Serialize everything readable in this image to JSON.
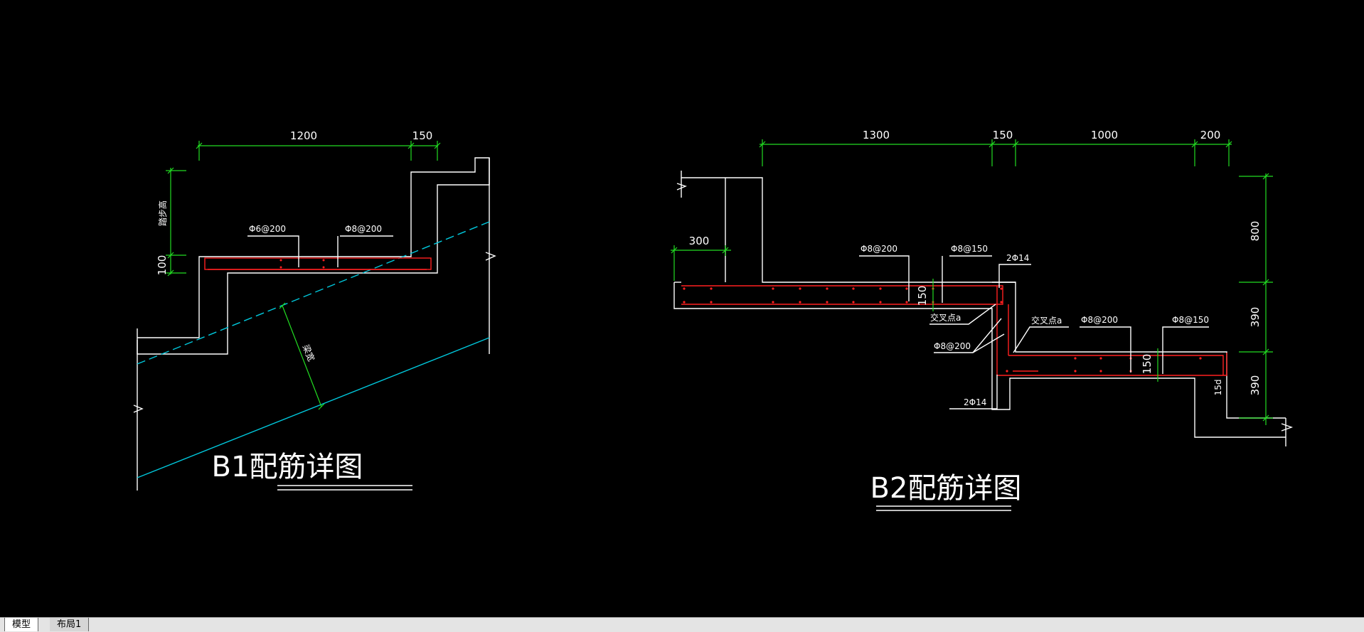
{
  "drawing": {
    "b1": {
      "title": "B1配筋详图",
      "dim_1200": "1200",
      "dim_150": "150",
      "dim_100": "100",
      "dim_step": "踏步高",
      "rebar_a": "Φ6@200",
      "rebar_b": "Φ8@200",
      "slab": "梁宽"
    },
    "b2": {
      "title": "B2配筋详图",
      "dim_1300": "1300",
      "dim_150": "150",
      "dim_1000": "1000",
      "dim_200": "200",
      "dim_300": "300",
      "dim_800": "800",
      "dim_390a": "390",
      "dim_390b": "390",
      "dim_150a": "150",
      "dim_150b": "150",
      "dim_15d": "15d",
      "rebar_a": "Φ8@200",
      "rebar_b": "Φ8@150",
      "rebar_c": "2Φ14",
      "rebar_d": "交叉点a",
      "rebar_e": "Φ8@200",
      "rebar_f": "交叉点a",
      "rebar_g": "Φ8@200",
      "rebar_h": "Φ8@150",
      "rebar_i": "2Φ14"
    }
  },
  "tabs": {
    "model": "模型",
    "layout": "布局1"
  },
  "colors": {
    "background": "#000000",
    "outline": "#ffffff",
    "dimension": "#22dd22",
    "rebar": "#ff2020",
    "slope": "#00c8dc"
  }
}
